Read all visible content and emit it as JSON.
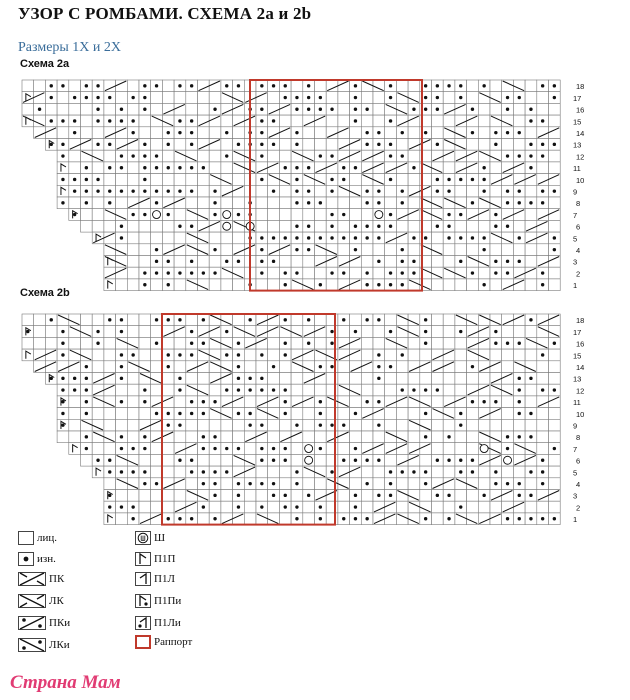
{
  "title": "УЗОР С РОМБАМИ. СХЕМА 2a и 2b",
  "subtitle": "Размеры 1X и 2X",
  "charts": {
    "a": {
      "label": "Схема 2a",
      "row_numbers": [
        "18",
        "17",
        "16",
        "15",
        "14",
        "13",
        "12",
        "11",
        "10",
        "9",
        "8",
        "7",
        "6",
        "5",
        "4",
        "3",
        "2",
        "1"
      ],
      "repeat_color": "#c0392b"
    },
    "b": {
      "label": "Схема 2b",
      "row_numbers": [
        "18",
        "17",
        "16",
        "15",
        "14",
        "13",
        "12",
        "11",
        "10",
        "9",
        "8",
        "7",
        "6",
        "5",
        "4",
        "3",
        "2",
        "1"
      ],
      "repeat_color": "#c0392b"
    }
  },
  "legend": {
    "left": [
      {
        "icon": "empty-square-icon",
        "label": "лиц."
      },
      {
        "icon": "dot-icon",
        "label": "изн."
      },
      {
        "icon": "right-cross-icon",
        "label": "ПК"
      },
      {
        "icon": "left-cross-icon",
        "label": "ЛК"
      },
      {
        "icon": "right-cross-dotted-icon",
        "label": "ПКи"
      },
      {
        "icon": "left-cross-dotted-icon",
        "label": "ЛКи"
      }
    ],
    "right": [
      {
        "icon": "circled-w-icon",
        "label": "Ш"
      },
      {
        "icon": "p1p-icon",
        "label": "П1П"
      },
      {
        "icon": "p1l-icon",
        "label": "П1Л"
      },
      {
        "icon": "p1pi-icon",
        "label": "П1Пи"
      },
      {
        "icon": "p1li-icon",
        "label": "П1Ли"
      },
      {
        "icon": "red-square-icon",
        "label": "Раппорт"
      }
    ]
  },
  "watermark": "Страна Мам"
}
